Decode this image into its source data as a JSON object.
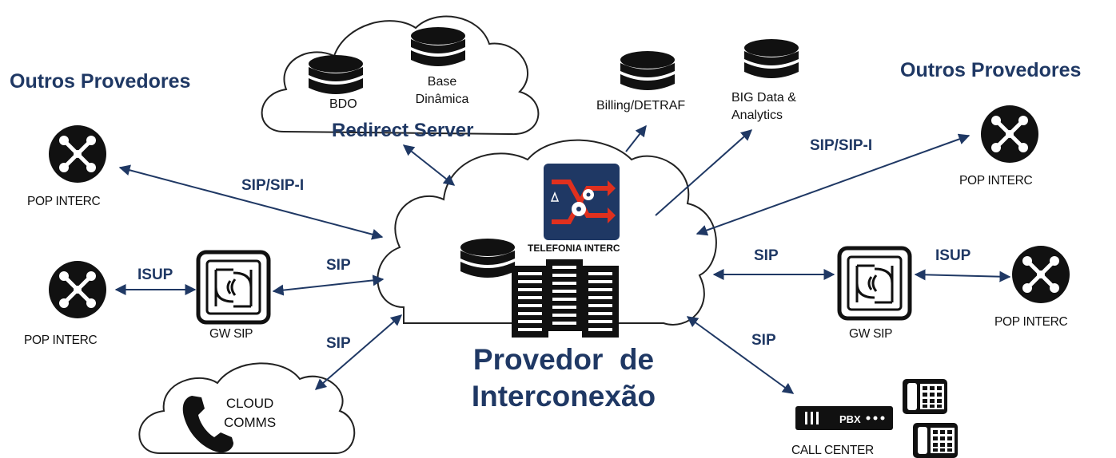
{
  "headings": {
    "left_providers": "Outros Provedores",
    "right_providers": "Outros Provedores"
  },
  "redirect_server": {
    "title": "Redirect Server",
    "db1_label": "BDO",
    "db2_label_line1": "Base",
    "db2_label_line2": "Dinâmica"
  },
  "billing_label": "Billing/DETRAF",
  "bigdata_label_line1": "BIG Data &",
  "bigdata_label_line2": "Analytics",
  "nodes": {
    "pop_top_left": "POP INTERC",
    "pop_mid_left": "POP INTERC",
    "gw_left": "GW SIP",
    "pop_top_right": "POP INTERC",
    "gw_right": "GW SIP",
    "pop_mid_right": "POP INTERC",
    "cloud_comms_line1": "CLOUD",
    "cloud_comms_line2": "COMMS",
    "pbx_text": "PBX",
    "call_center": "CALL CENTER"
  },
  "central": {
    "logo_caption": "TELEFONIA INTERC",
    "title_line1": "Provedor  de",
    "title_line2": "Interconexão"
  },
  "links": {
    "sip_sipi_left": "SIP/SIP-I",
    "isup_left": "ISUP",
    "sip_left_gw": "SIP",
    "sip_cloud_comms": "SIP",
    "sip_sipi_right": "SIP/SIP-I",
    "sip_right_gw": "SIP",
    "isup_right": "ISUP",
    "sip_call_center": "SIP"
  },
  "colors": {
    "navy": "#1f3864",
    "line": "#1f3864",
    "logo_bg": "#1f3864",
    "logo_arrows": "#e0301e",
    "black": "#111111"
  },
  "icons": {
    "pop": "network-node-icon",
    "gateway": "gateway-phone-icon",
    "database": "database-icon",
    "server": "server-rack-icon",
    "phone": "telephone-icon",
    "pbx": "pbx-box-icon",
    "desk_phone": "desk-phone-icon"
  }
}
